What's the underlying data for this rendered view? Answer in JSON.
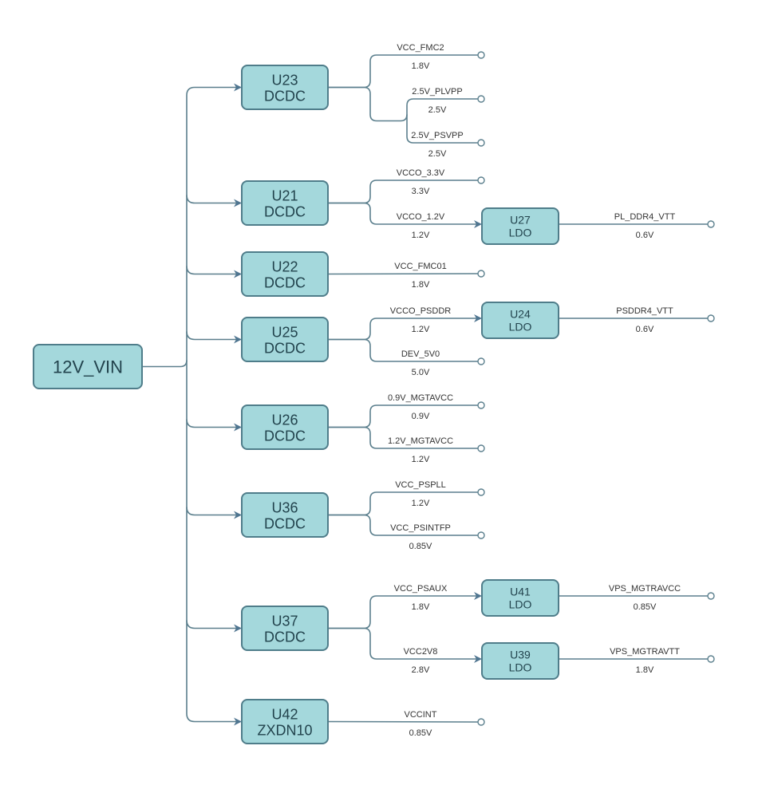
{
  "title": "Power tree",
  "colors": {
    "box_fill": "#a4d8dc",
    "box_stroke": "#4f7d8a",
    "wire": "#5b7f8d",
    "text": "#22434d"
  },
  "source": {
    "name": "12V_VIN"
  },
  "regulators": [
    {
      "id": "U23",
      "type": "DCDC",
      "outputs": [
        {
          "net": "VCC_FMC2",
          "voltage": "1.8V"
        },
        {
          "net": "2.5V_PLVPP",
          "voltage": "2.5V"
        },
        {
          "net": "2.5V_PSVPP",
          "voltage": "2.5V"
        }
      ]
    },
    {
      "id": "U21",
      "type": "DCDC",
      "outputs": [
        {
          "net": "VCCO_3.3V",
          "voltage": "3.3V"
        },
        {
          "net": "VCCO_1.2V",
          "voltage": "1.2V",
          "feeds": {
            "id": "U27",
            "type": "LDO",
            "net": "PL_DDR4_VTT",
            "voltage": "0.6V"
          }
        }
      ]
    },
    {
      "id": "U22",
      "type": "DCDC",
      "outputs": [
        {
          "net": "VCC_FMC01",
          "voltage": "1.8V"
        }
      ]
    },
    {
      "id": "U25",
      "type": "DCDC",
      "outputs": [
        {
          "net": "VCCO_PSDDR",
          "voltage": "1.2V",
          "feeds": {
            "id": "U24",
            "type": "LDO",
            "net": "PSDDR4_VTT",
            "voltage": "0.6V"
          }
        },
        {
          "net": "DEV_5V0",
          "voltage": "5.0V"
        }
      ]
    },
    {
      "id": "U26",
      "type": "DCDC",
      "outputs": [
        {
          "net": "0.9V_MGTAVCC",
          "voltage": "0.9V"
        },
        {
          "net": "1.2V_MGTAVCC",
          "voltage": "1.2V"
        }
      ]
    },
    {
      "id": "U36",
      "type": "DCDC",
      "outputs": [
        {
          "net": "VCC_PSPLL",
          "voltage": "1.2V"
        },
        {
          "net": "VCC_PSINTFP",
          "voltage": "0.85V"
        }
      ]
    },
    {
      "id": "U37",
      "type": "DCDC",
      "outputs": [
        {
          "net": "VCC_PSAUX",
          "voltage": "1.8V",
          "feeds": {
            "id": "U41",
            "type": "LDO",
            "net": "VPS_MGTRAVCC",
            "voltage": "0.85V"
          }
        },
        {
          "net": "VCC2V8",
          "voltage": "2.8V",
          "feeds": {
            "id": "U39",
            "type": "LDO",
            "net": "VPS_MGTRAVTT",
            "voltage": "1.8V"
          }
        }
      ]
    },
    {
      "id": "U42",
      "type": "ZXDN10",
      "outputs": [
        {
          "net": "VCCINT",
          "voltage": "0.85V"
        }
      ]
    }
  ]
}
